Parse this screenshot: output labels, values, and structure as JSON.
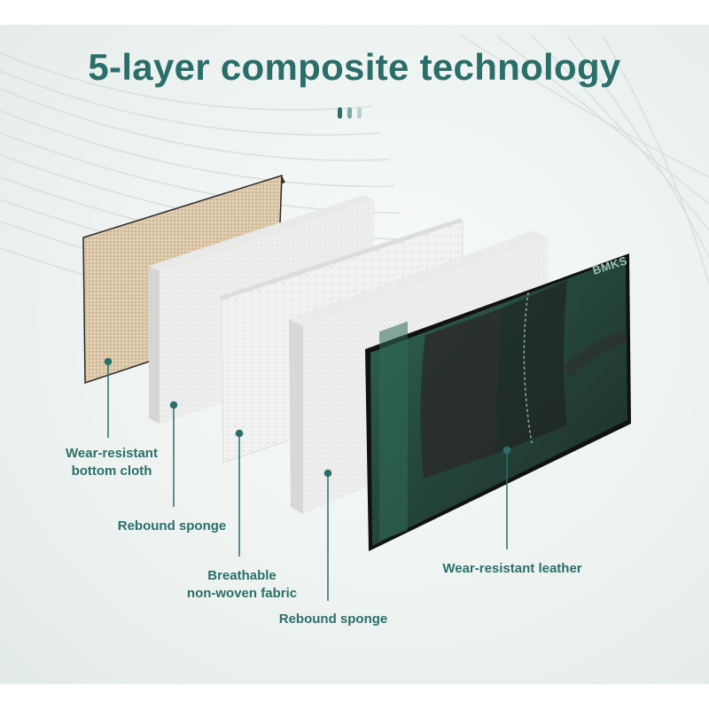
{
  "title": "5-layer composite technology",
  "colors": {
    "accent": "#2a6e6a",
    "leather": "#2d5e4a",
    "cloth": "#d9c6a8",
    "sponge": "#ececec"
  },
  "layers": [
    {
      "label": "Wear-resistant\nbottom cloth"
    },
    {
      "label": "Rebound sponge"
    },
    {
      "label": "Breathable\nnon-woven fabric"
    },
    {
      "label": "Rebound sponge"
    },
    {
      "label": "Wear-resistant leather"
    }
  ],
  "brand_mark": "BMKS"
}
